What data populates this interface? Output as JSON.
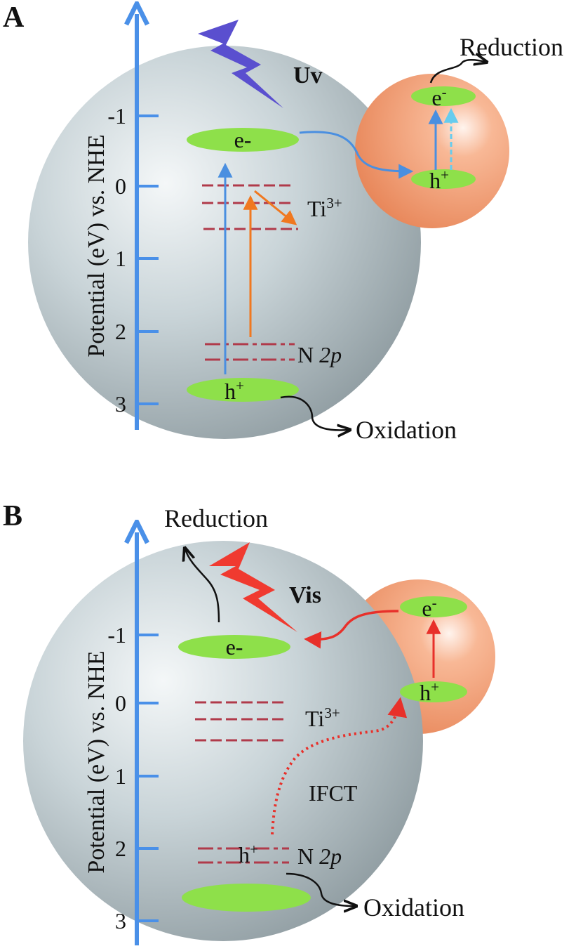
{
  "panels": [
    {
      "letter": "A",
      "axis_title": "Potential (eV) vs. NHE",
      "ticks": [
        "-1",
        "0",
        "1",
        "2",
        "3"
      ],
      "light_label": "Uv",
      "reduction_label": "Reduction",
      "oxidation_label": "Oxidation",
      "host_cb_label": "e-",
      "host_vb_label": "h",
      "ti_label": "Ti",
      "n2p_label_a": "N ",
      "n2p_label_b": "2p",
      "sat_cb_label": "e",
      "sat_vb_label": "h",
      "colors": {
        "light": "#5a4fcf",
        "transitions": "#f07820",
        "excitation": "#4a8fe0",
        "dashed_up": "#66ccee"
      }
    },
    {
      "letter": "B",
      "axis_title": "Potential (eV) vs. NHE",
      "ticks": [
        "-1",
        "0",
        "1",
        "2",
        "3"
      ],
      "light_label": "Vis",
      "reduction_label": "Reduction",
      "oxidation_label": "Oxidation",
      "host_cb_label": "e-",
      "n2p_hole_label": "h",
      "ti_label": "Ti",
      "n2p_label_a": "N ",
      "n2p_label_b": "2p",
      "ifct_label": "IFCT",
      "sat_cb_label": "e",
      "sat_vb_label": "h",
      "colors": {
        "light": "#f03a30",
        "transitions": "#e8302a"
      }
    }
  ],
  "superscripts": {
    "plus": "+",
    "minus": "-",
    "ti_charge": "3+"
  },
  "colors": {
    "axis": "#4a90e8",
    "band": "#8ee04a",
    "defect_dash": "#b03a4a",
    "host_sphere": "#c3cfd3",
    "satellite_sphere": "#f4a584"
  }
}
